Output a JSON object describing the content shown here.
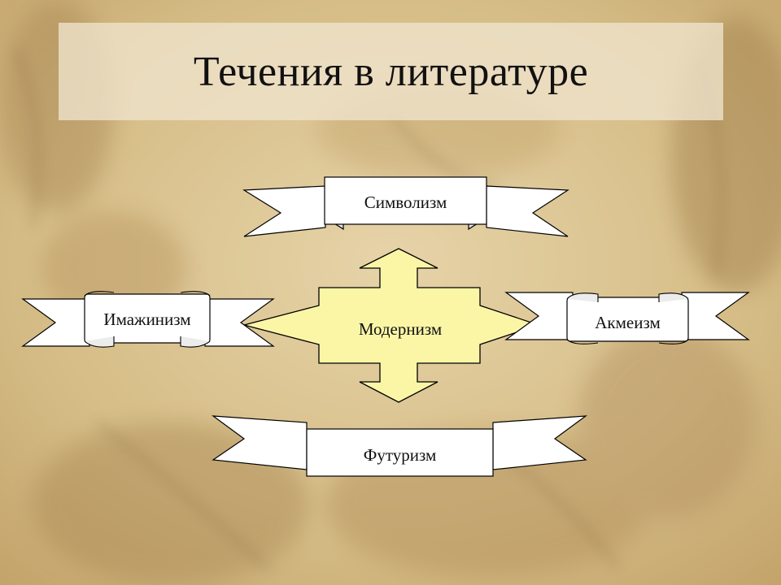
{
  "slide": {
    "title": "Течения в литературе"
  },
  "diagram": {
    "center": "Модернизм",
    "top": "Символизм",
    "left": "Имажинизм",
    "right": "Акмеизм",
    "bottom": "Футуризм"
  },
  "colors": {
    "background": "#d9c08e",
    "center_fill": "#fbf6a6",
    "ribbon_fill": "#ffffff",
    "stroke": "#000000"
  }
}
